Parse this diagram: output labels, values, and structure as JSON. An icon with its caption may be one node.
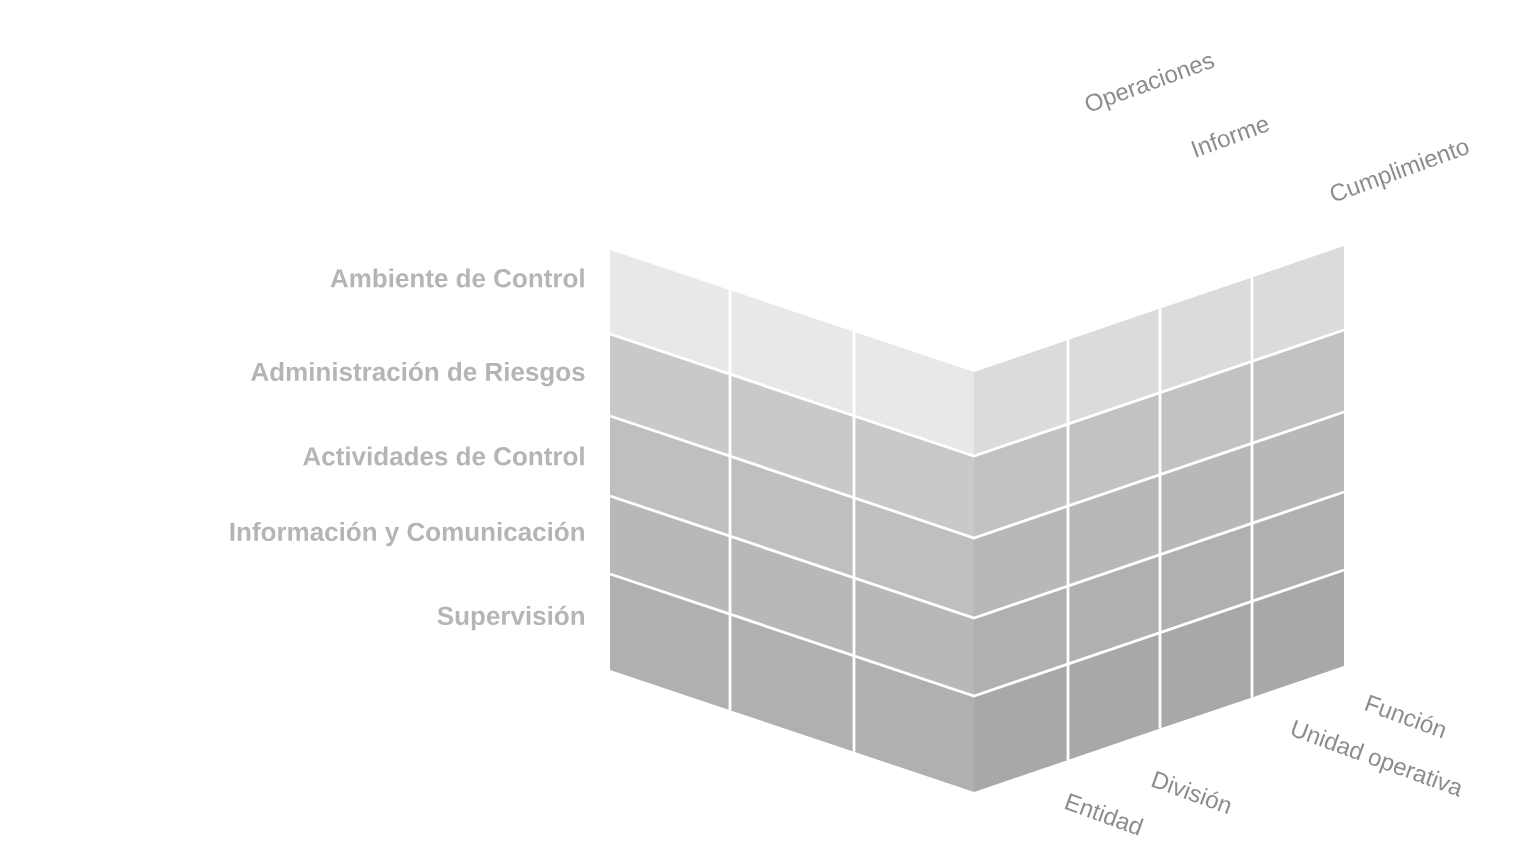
{
  "diagram": {
    "labels": [
      "Operaciones",
      "Informe",
      "Cumplimiento",
      "Ambiente de Control",
      "Administración de Riesgos",
      "Actividades de Control",
      "Información y Comunicación",
      "Supervisión",
      "Función",
      "Unidad operativa",
      "División",
      "Entidad"
    ]
  }
}
